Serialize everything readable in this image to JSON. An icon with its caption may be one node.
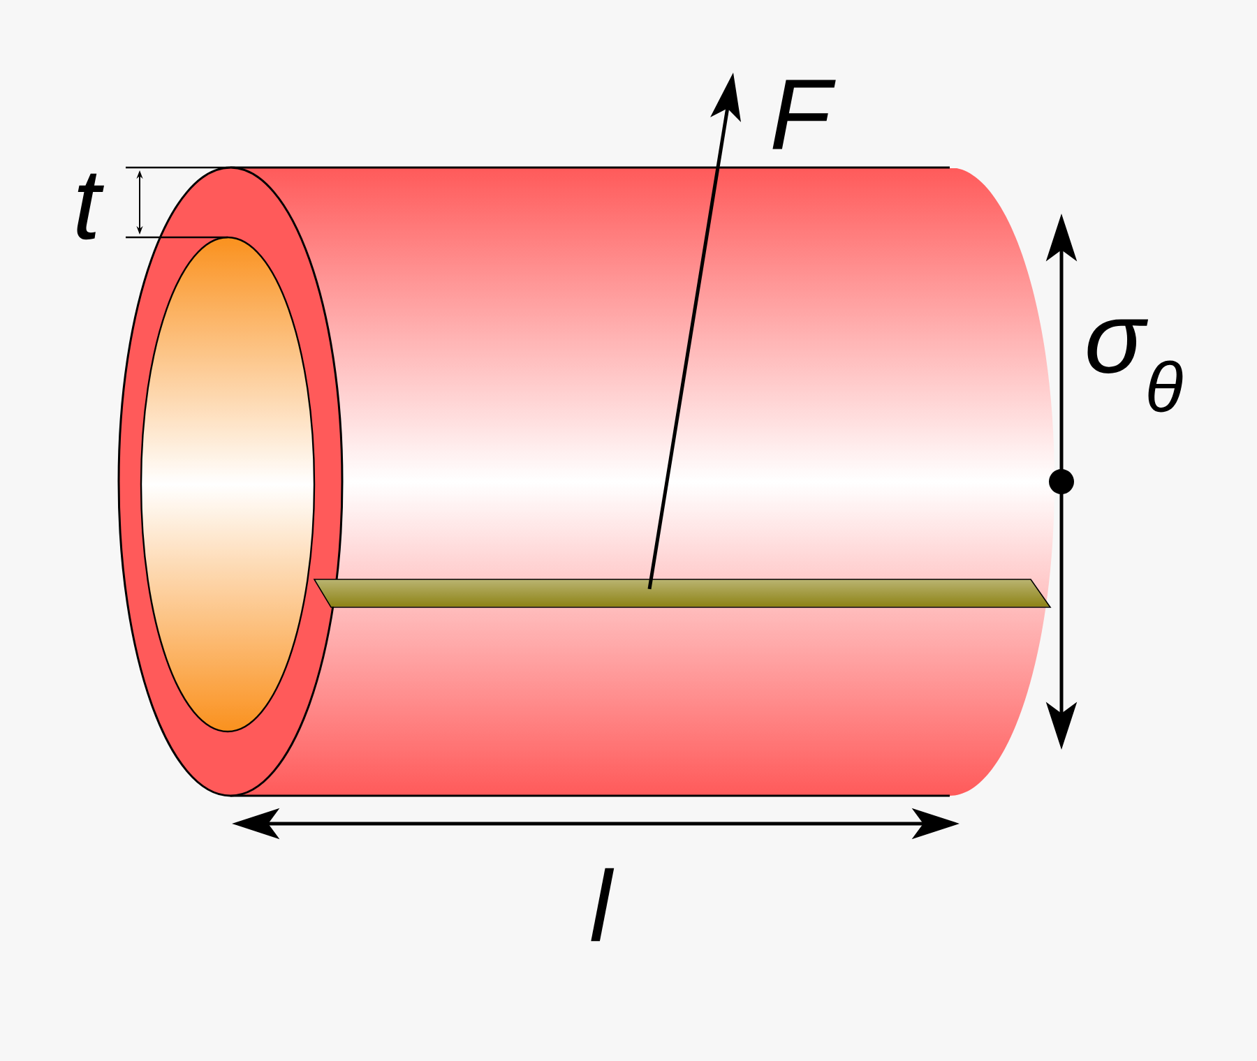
{
  "diagram": {
    "labels": [
      "t",
      "F",
      "σ$_{θ}$",
      "l"
    ]
  }
}
